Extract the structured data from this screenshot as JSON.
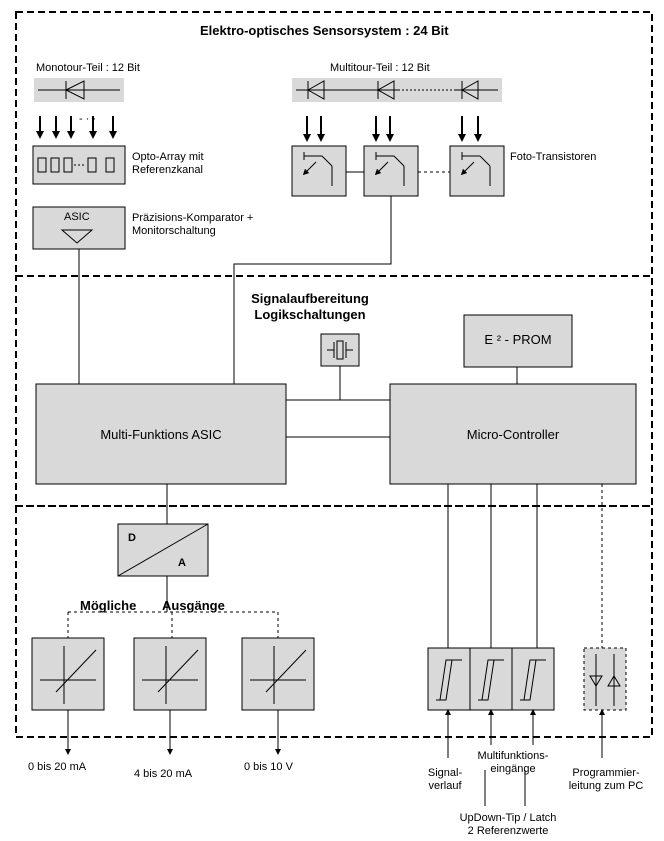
{
  "colors": {
    "box_fill": "#d9d9d9",
    "line": "#000000",
    "background": "#ffffff"
  },
  "sections": {
    "top": {
      "title": "Elektro-optisches Sensorsystem : 24 Bit",
      "monotour_label": "Monotour-Teil : 12 Bit",
      "multitour_label": "Multitour-Teil : 12 Bit",
      "opto_array_label_1": "Opto-Array mit",
      "opto_array_label_2": "Referenzkanal",
      "asic_box_label": "ASIC",
      "comparator_label_1": "Präzisions-Komparator +",
      "comparator_label_2": "Monitorschaltung",
      "foto_transistoren_label": "Foto-Transistoren"
    },
    "middle": {
      "title_1": "Signalaufbereitung",
      "title_2": "Logikschaltungen",
      "eprom_label": "E ² - PROM",
      "asic_label": "Multi-Funktions ASIC",
      "controller_label": "Micro-Controller"
    },
    "bottom": {
      "da_d": "D",
      "da_a": "A",
      "outputs_title_1": "Mögliche",
      "outputs_title_2": "Ausgänge",
      "out_1": "0 bis 20 mA",
      "out_2": "4 bis 20 mA",
      "out_3": "0 bis 10 V",
      "signal_1": "Signal-",
      "signal_2": "verlauf",
      "multi_1": "Multifunktions-",
      "multi_2": "eingänge",
      "prog_1": "Programmier-",
      "prog_2": "leitung zum PC",
      "updown_1": "UpDown-Tip / Latch",
      "updown_2": "2 Referenzwerte"
    }
  }
}
